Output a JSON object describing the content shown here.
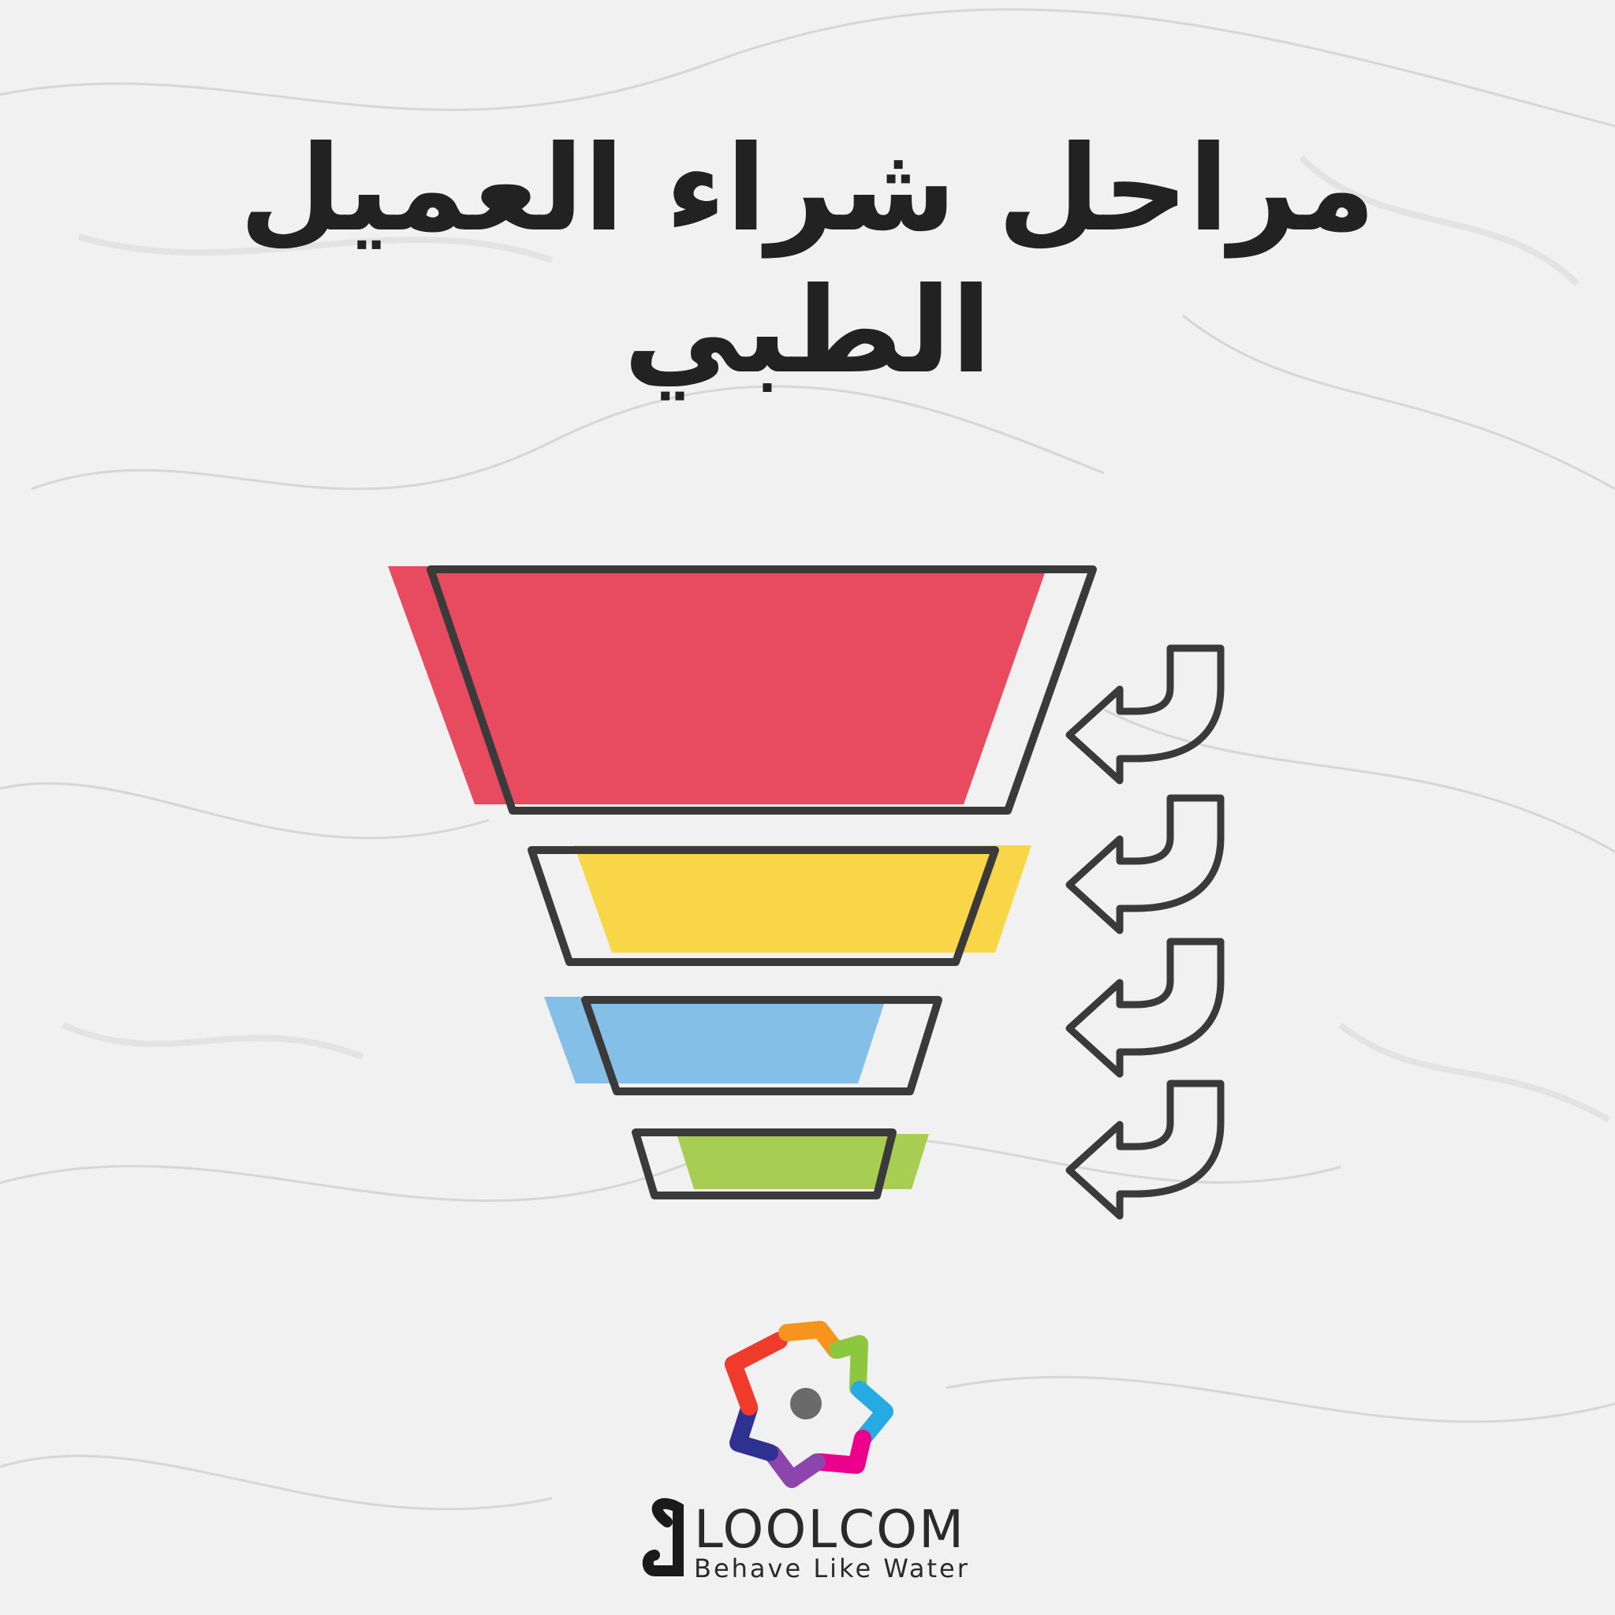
{
  "title": {
    "line1": "مراحل شراء العميل",
    "line2": "الطبي"
  },
  "funnel": {
    "stages": [
      {
        "color": "#e84a5f",
        "shadow_side": "left"
      },
      {
        "color": "#f8d647",
        "shadow_side": "right"
      },
      {
        "color": "#84bfe8",
        "shadow_side": "left"
      },
      {
        "color": "#a7cd52",
        "shadow_side": "right"
      }
    ],
    "arrow_count": 4,
    "arrow_icon": "curved-arrow-left-icon",
    "outline_color": "#3a3a3a"
  },
  "brand": {
    "logo_icon": "loolcom-star-logo-icon",
    "name": "LOOLCOM",
    "tagline": "Behave Like Water",
    "colors": [
      "#ef3b2c",
      "#f7941d",
      "#8dc63f",
      "#27aae1",
      "#ec008c",
      "#8e44ad",
      "#2e3192"
    ]
  },
  "background": {
    "base": "#f1f1f1",
    "vein": "#c9c9c9"
  }
}
